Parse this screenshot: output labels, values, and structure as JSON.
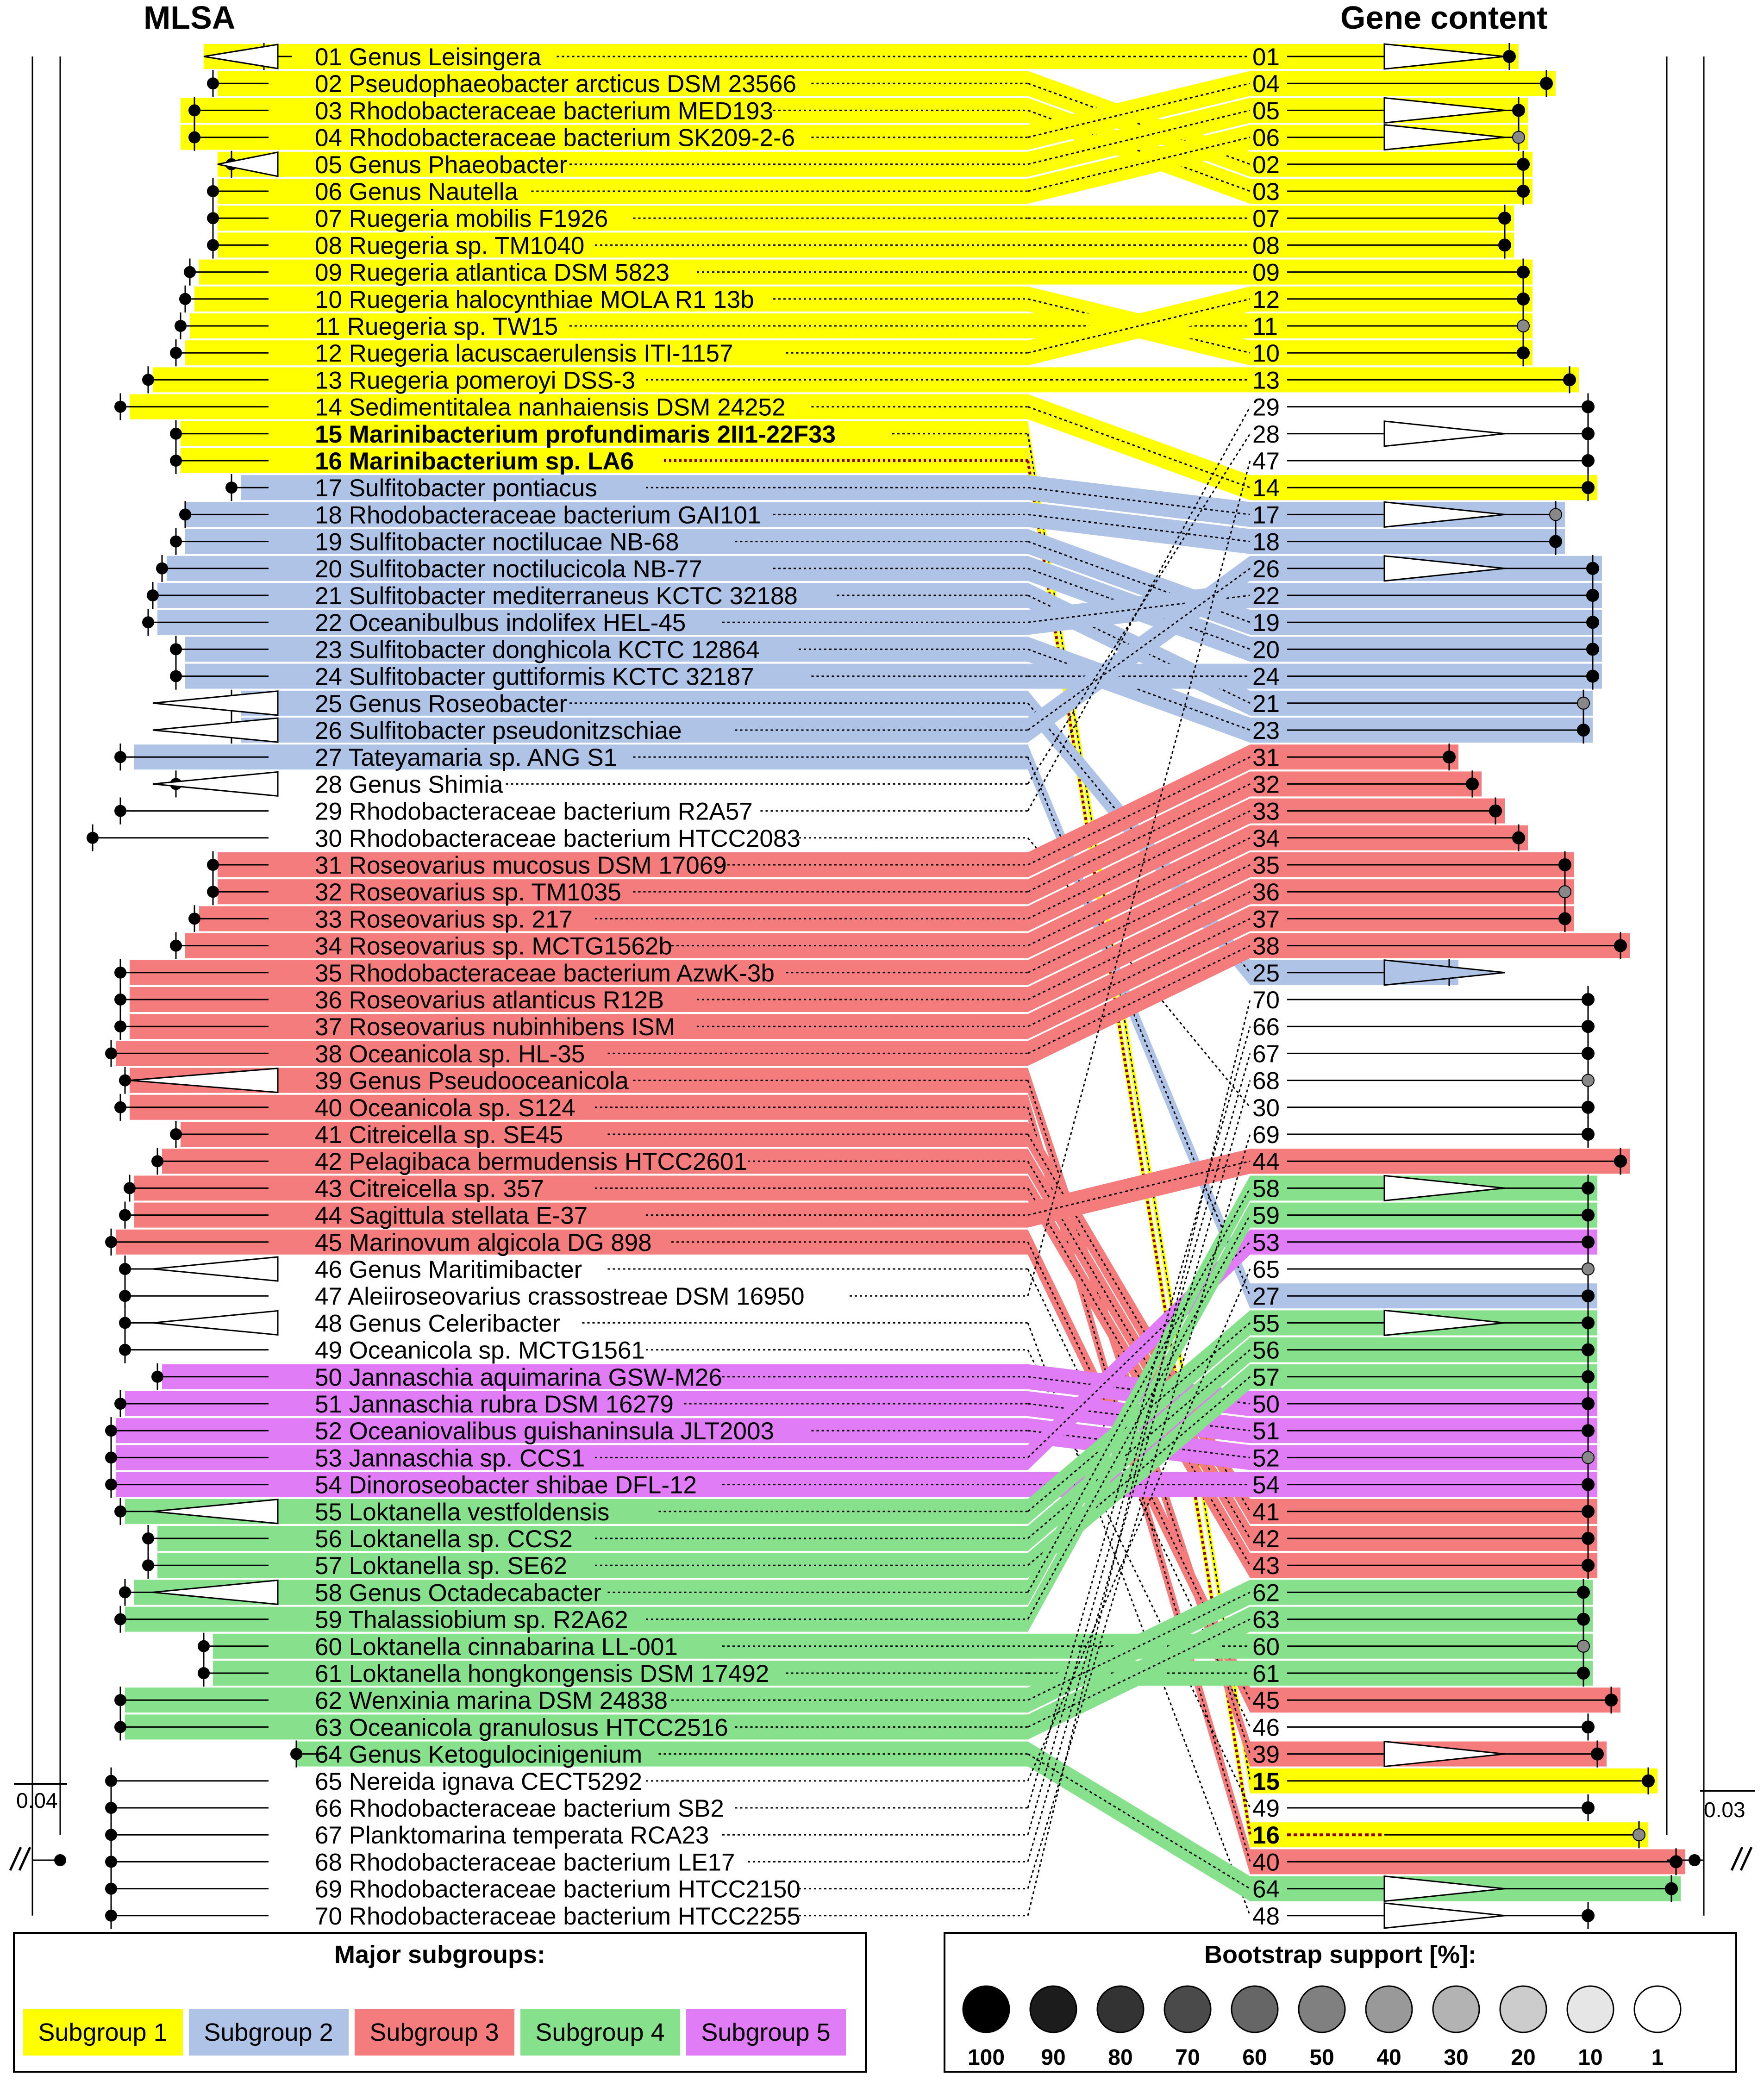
{
  "headers": {
    "left": "MLSA",
    "right": "Gene content"
  },
  "scale_bars": {
    "left": "0.04",
    "right": "0.03"
  },
  "colors": {
    "subgroup_1": "#ffff00",
    "subgroup_2": "#aec3e6",
    "subgroup_3": "#f47c7c",
    "subgroup_4": "#86e08c",
    "subgroup_5": "#e07cf5",
    "highlight_text": "#8b0000"
  },
  "taxa": [
    {
      "id": "01",
      "name": "Genus Leisingera",
      "group": 1
    },
    {
      "id": "02",
      "name": "Pseudophaeobacter arcticus DSM 23566",
      "group": 1
    },
    {
      "id": "03",
      "name": "Rhodobacteraceae bacterium MED193",
      "group": 1
    },
    {
      "id": "04",
      "name": "Rhodobacteraceae bacterium SK209-2-6",
      "group": 1
    },
    {
      "id": "05",
      "name": "Genus Phaeobacter",
      "group": 1
    },
    {
      "id": "06",
      "name": "Genus Nautella",
      "group": 1
    },
    {
      "id": "07",
      "name": "Ruegeria mobilis F1926",
      "group": 1
    },
    {
      "id": "08",
      "name": "Ruegeria sp. TM1040",
      "group": 1
    },
    {
      "id": "09",
      "name": "Ruegeria atlantica DSM 5823",
      "group": 1
    },
    {
      "id": "10",
      "name": "Ruegeria halocynthiae MOLA R1 13b",
      "group": 1
    },
    {
      "id": "11",
      "name": "Ruegeria sp. TW15",
      "group": 1
    },
    {
      "id": "12",
      "name": "Ruegeria lacuscaerulensis ITI-1157",
      "group": 1
    },
    {
      "id": "13",
      "name": "Ruegeria pomeroyi DSS-3",
      "group": 1
    },
    {
      "id": "14",
      "name": "Sedimentitalea nanhaiensis DSM 24252",
      "group": 1
    },
    {
      "id": "15",
      "name": "Marinibacterium profundimaris 2II1-22F33",
      "group": 1
    },
    {
      "id": "16",
      "name": "Marinibacterium sp. LA6",
      "group": 1
    },
    {
      "id": "17",
      "name": "Sulfitobacter pontiacus",
      "group": 2
    },
    {
      "id": "18",
      "name": "Rhodobacteraceae bacterium GAI101",
      "group": 2
    },
    {
      "id": "19",
      "name": "Sulfitobacter noctilucae NB-68",
      "group": 2
    },
    {
      "id": "20",
      "name": "Sulfitobacter noctilucicola NB-77",
      "group": 2
    },
    {
      "id": "21",
      "name": "Sulfitobacter mediterraneus KCTC 32188",
      "group": 2
    },
    {
      "id": "22",
      "name": "Oceanibulbus indolifex HEL-45",
      "group": 2
    },
    {
      "id": "23",
      "name": "Sulfitobacter donghicola KCTC 12864",
      "group": 2
    },
    {
      "id": "24",
      "name": "Sulfitobacter guttiformis KCTC 32187",
      "group": 2
    },
    {
      "id": "25",
      "name": "Genus Roseobacter",
      "group": 2
    },
    {
      "id": "26",
      "name": "Sulfitobacter pseudonitzschiae",
      "group": 2
    },
    {
      "id": "27",
      "name": "Tateyamaria sp. ANG S1",
      "group": 2
    },
    {
      "id": "28",
      "name": "Genus Shimia",
      "group": 0
    },
    {
      "id": "29",
      "name": "Rhodobacteraceae bacterium R2A57",
      "group": 0
    },
    {
      "id": "30",
      "name": "Rhodobacteraceae bacterium HTCC2083",
      "group": 0
    },
    {
      "id": "31",
      "name": "Roseovarius mucosus DSM 17069",
      "group": 3
    },
    {
      "id": "32",
      "name": "Roseovarius sp. TM1035",
      "group": 3
    },
    {
      "id": "33",
      "name": "Roseovarius sp. 217",
      "group": 3
    },
    {
      "id": "34",
      "name": "Roseovarius sp. MCTG1562b",
      "group": 3
    },
    {
      "id": "35",
      "name": "Rhodobacteraceae bacterium AzwK-3b",
      "group": 3
    },
    {
      "id": "36",
      "name": "Roseovarius atlanticus R12B",
      "group": 3
    },
    {
      "id": "37",
      "name": "Roseovarius nubinhibens ISM",
      "group": 3
    },
    {
      "id": "38",
      "name": "Oceanicola sp. HL-35",
      "group": 3
    },
    {
      "id": "39",
      "name": "Genus Pseudooceanicola",
      "group": 3
    },
    {
      "id": "40",
      "name": "Oceanicola sp. S124",
      "group": 3
    },
    {
      "id": "41",
      "name": "Citreicella sp. SE45",
      "group": 3
    },
    {
      "id": "42",
      "name": "Pelagibaca bermudensis HTCC2601",
      "group": 3
    },
    {
      "id": "43",
      "name": "Citreicella sp. 357",
      "group": 3
    },
    {
      "id": "44",
      "name": "Sagittula stellata E-37",
      "group": 3
    },
    {
      "id": "45",
      "name": "Marinovum algicola DG 898",
      "group": 3
    },
    {
      "id": "46",
      "name": "Genus Maritimibacter",
      "group": 0
    },
    {
      "id": "47",
      "name": "Aleiiroseovarius crassostreae DSM 16950",
      "group": 0
    },
    {
      "id": "48",
      "name": "Genus Celeribacter",
      "group": 0
    },
    {
      "id": "49",
      "name": "Oceanicola sp. MCTG1561",
      "group": 0
    },
    {
      "id": "50",
      "name": "Jannaschia aquimarina GSW-M26",
      "group": 5
    },
    {
      "id": "51",
      "name": "Jannaschia rubra DSM 16279",
      "group": 5
    },
    {
      "id": "52",
      "name": "Oceaniovalibus guishaninsula JLT2003",
      "group": 5
    },
    {
      "id": "53",
      "name": "Jannaschia sp. CCS1",
      "group": 5
    },
    {
      "id": "54",
      "name": "Dinoroseobacter shibae DFL-12",
      "group": 5
    },
    {
      "id": "55",
      "name": "Loktanella vestfoldensis",
      "group": 4
    },
    {
      "id": "56",
      "name": "Loktanella sp. CCS2",
      "group": 4
    },
    {
      "id": "57",
      "name": "Loktanella sp. SE62",
      "group": 4
    },
    {
      "id": "58",
      "name": "Genus Octadecabacter",
      "group": 4
    },
    {
      "id": "59",
      "name": "Thalassiobium sp. R2A62",
      "group": 4
    },
    {
      "id": "60",
      "name": "Loktanella cinnabarina LL-001",
      "group": 4
    },
    {
      "id": "61",
      "name": "Loktanella hongkongensis DSM 17492",
      "group": 4
    },
    {
      "id": "62",
      "name": "Wenxinia marina DSM 24838",
      "group": 4
    },
    {
      "id": "63",
      "name": "Oceanicola granulosus HTCC2516",
      "group": 4
    },
    {
      "id": "64",
      "name": "Genus Ketogulocinigenium",
      "group": 4
    },
    {
      "id": "65",
      "name": "Nereida ignava CECT5292",
      "group": 0
    },
    {
      "id": "66",
      "name": "Rhodobacteraceae bacterium SB2",
      "group": 0
    },
    {
      "id": "67",
      "name": "Planktomarina temperata RCA23",
      "group": 0
    },
    {
      "id": "68",
      "name": "Rhodobacteraceae bacterium LE17",
      "group": 0
    },
    {
      "id": "69",
      "name": "Rhodobacteraceae bacterium HTCC2150",
      "group": 0
    },
    {
      "id": "70",
      "name": "Rhodobacteraceae bacterium HTCC2255",
      "group": 0
    }
  ],
  "gene_content_order": [
    "01",
    "04",
    "05",
    "06",
    "02",
    "03",
    "07",
    "08",
    "09",
    "12",
    "11",
    "10",
    "13",
    "29",
    "28",
    "47",
    "14",
    "17",
    "18",
    "26",
    "22",
    "19",
    "20",
    "24",
    "21",
    "23",
    "31",
    "32",
    "33",
    "34",
    "35",
    "36",
    "37",
    "38",
    "25",
    "70",
    "66",
    "67",
    "68",
    "30",
    "69",
    "44",
    "58",
    "59",
    "53",
    "65",
    "27",
    "55",
    "56",
    "57",
    "50",
    "51",
    "52",
    "54",
    "41",
    "42",
    "43",
    "62",
    "63",
    "60",
    "61",
    "45",
    "46",
    "39",
    "15",
    "49",
    "16",
    "40",
    "64",
    "48"
  ],
  "collapsed_left": [
    "01",
    "05",
    "25",
    "26",
    "28",
    "39",
    "46",
    "48",
    "55",
    "58"
  ],
  "collapsed_right": [
    "01",
    "05",
    "06",
    "26",
    "17",
    "28",
    "25",
    "58",
    "55",
    "39",
    "64",
    "48"
  ],
  "bold_taxa": [
    "15",
    "16"
  ],
  "legend": {
    "subgroups_title": "Major subgroups:",
    "subgroups": [
      {
        "label": "Subgroup 1",
        "color": "#ffff00"
      },
      {
        "label": "Subgroup 2",
        "color": "#aec3e6"
      },
      {
        "label": "Subgroup 3",
        "color": "#f47c7c"
      },
      {
        "label": "Subgroup 4",
        "color": "#86e08c"
      },
      {
        "label": "Subgroup 5",
        "color": "#e07cf5"
      }
    ],
    "bootstrap_title": "Bootstrap support [%]:",
    "bootstrap": [
      {
        "label": "100",
        "color": "#000000"
      },
      {
        "label": "90",
        "color": "#1c1c1c"
      },
      {
        "label": "80",
        "color": "#333333"
      },
      {
        "label": "70",
        "color": "#4a4a4a"
      },
      {
        "label": "60",
        "color": "#666666"
      },
      {
        "label": "50",
        "color": "#808080"
      },
      {
        "label": "40",
        "color": "#999999"
      },
      {
        "label": "30",
        "color": "#b3b3b3"
      },
      {
        "label": "20",
        "color": "#cccccc"
      },
      {
        "label": "10",
        "color": "#e6e6e6"
      },
      {
        "label": "1",
        "color": "#ffffff"
      }
    ]
  }
}
